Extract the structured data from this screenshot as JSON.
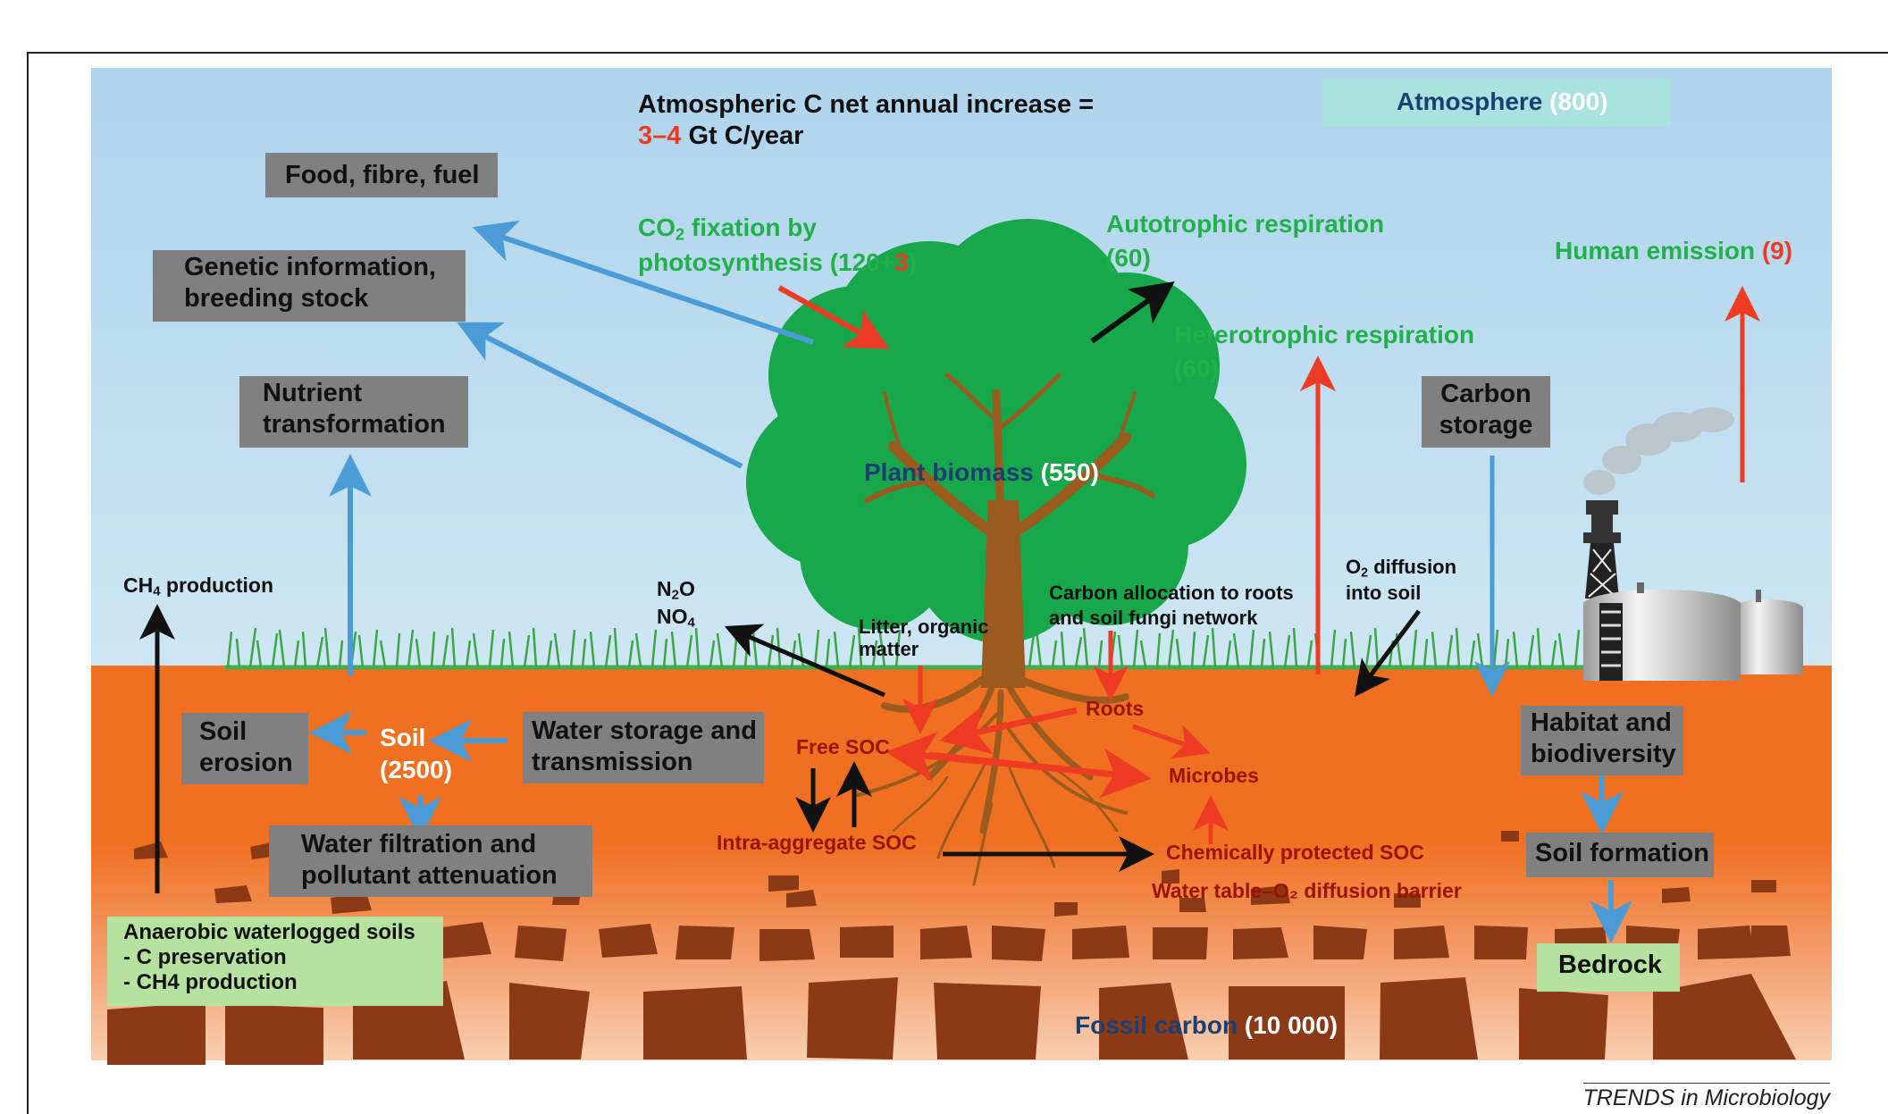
{
  "colors": {
    "sky_top": "#aed4ec",
    "sky_bottom": "#c7e4f2",
    "soil": "#f07021",
    "deep_soil": "#f7c8a8",
    "rock": "#8c3a16",
    "canopy": "#17a84b",
    "trunk": "#9b5a1e",
    "grass": "#4caf50",
    "green_text": "#22b04b",
    "red_text": "#ee3b24",
    "navy_text": "#1c3f73",
    "gray_box": "#808080",
    "green_box": "#b6e2a0",
    "teal_box": "#a9e3e0",
    "blue_arrow": "#4a9bd6",
    "red_arrow": "#ee3b24",
    "black_arrow": "#111111"
  },
  "header": {
    "line1": "Atmospheric C net annual increase =",
    "value": "3–4",
    "unit": " Gt C/year"
  },
  "atmosphere": {
    "label": "Atmosphere",
    "value": "(800)"
  },
  "fixation": {
    "line1_a": "CO",
    "line1_sub": "2",
    "line1_b": " fixation by",
    "line2_a": "photosynthesis (120+",
    "line2_red": "3",
    "line2_b": ")"
  },
  "autotrophic": {
    "line1": "Autotrophic respiration",
    "line2": "(60)"
  },
  "heterotrophic": {
    "line1": "Heterotrophic respiration",
    "line2": "(60)"
  },
  "human": {
    "label": "Human emission ",
    "value": "(9)"
  },
  "plant_biomass": {
    "label": "Plant biomass ",
    "value": "(550)"
  },
  "boxes": {
    "food": "Food, fibre, fuel",
    "genetic_1": "Genetic information,",
    "genetic_2": "breeding stock",
    "nutrient_1": "Nutrient",
    "nutrient_2": "transformation",
    "carbon_1": "Carbon",
    "carbon_2": "storage",
    "erosion_1": "Soil",
    "erosion_2": "erosion",
    "water_storage_1": "Water storage and",
    "water_storage_2": "transmission",
    "filtration_1": "Water filtration and",
    "filtration_2": "pollutant attenuation",
    "habitat_1": "Habitat and",
    "habitat_2": "biodiversity",
    "soil_formation": "Soil formation",
    "bedrock": "Bedrock",
    "anaerobic_1": "Anaerobic waterlogged soils",
    "anaerobic_2": "- C preservation",
    "anaerobic_3": "- CH4 production"
  },
  "labels": {
    "ch4_a": "CH",
    "ch4_sub": "4",
    "ch4_b": " production",
    "n2o_a": "N",
    "n2o_sub": "2",
    "n2o_b": "O",
    "no4_a": "NO",
    "no4_sub": "4",
    "litter_1": "Litter, organic",
    "litter_2": "matter",
    "allocation_1": "Carbon allocation to roots",
    "allocation_2": "and soil fungi network",
    "o2_a": "O",
    "o2_sub": "2",
    "o2_b": " diffusion",
    "o2_2": "into soil",
    "roots": "Roots",
    "free_soc": "Free SOC",
    "microbes": "Microbes",
    "intra_soc": "Intra-aggregate SOC",
    "chem_soc": "Chemically protected SOC",
    "water_table": "Water table–O₂ diffusion barrier",
    "soil": "Soil",
    "soil_value": "(2500)"
  },
  "fossil": {
    "label": "Fossil carbon ",
    "value": "(10 000)"
  },
  "credit": "TRENDS in Microbiology"
}
